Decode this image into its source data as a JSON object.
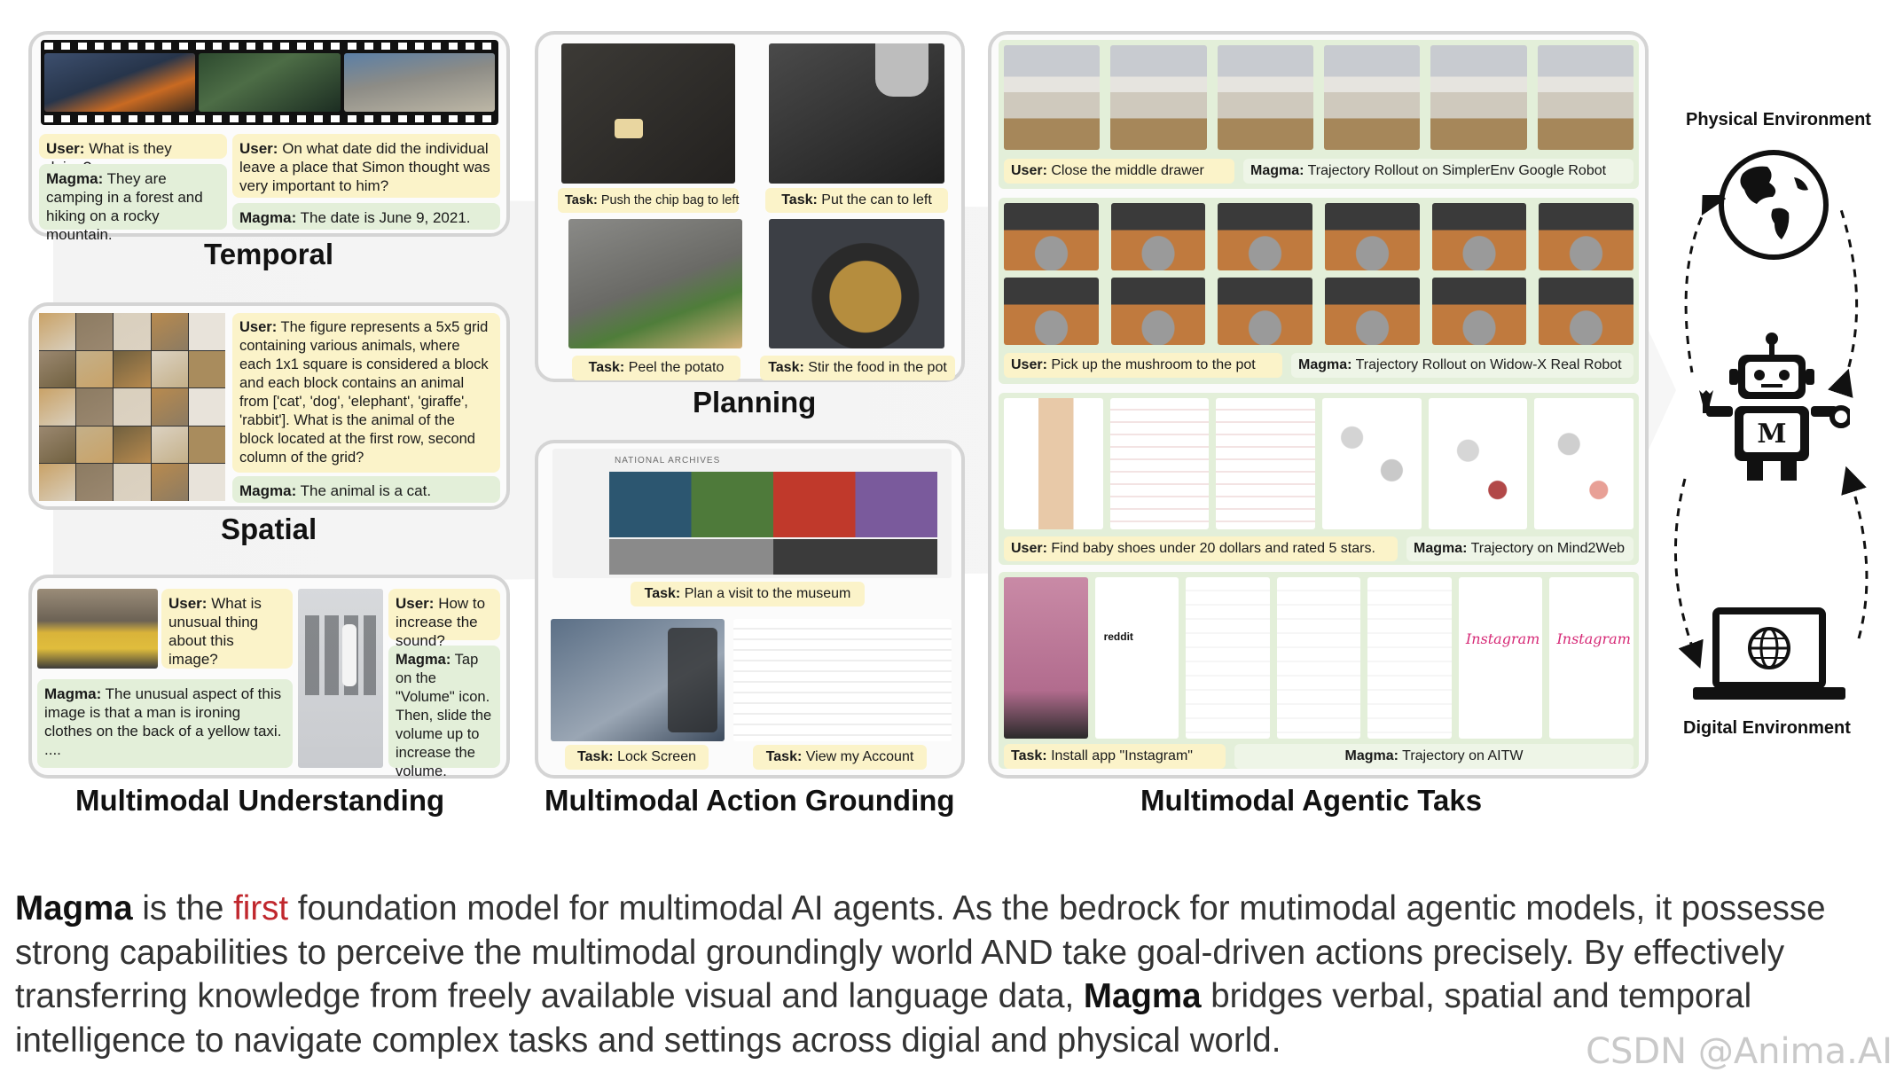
{
  "temporal": {
    "title": "Temporal",
    "q1": "What is they doing?",
    "a1": "They are camping in a forest and hiking on a rocky mountain.",
    "q2": "On what date did the individual leave a place that Simon thought was very important to him?",
    "a2": "The date is June 9, 2021."
  },
  "spatial": {
    "title": "Spatial",
    "q": "The figure represents a 5x5 grid containing various animals, where each 1x1 square is considered a block and each block contains an animal from ['cat', 'dog', 'elephant', 'giraffe', 'rabbit']. What is the animal of the block located at the first row, second column of the grid?",
    "a": "The animal is a cat."
  },
  "understanding": {
    "title": "Multimodal Understanding",
    "q1": "What is unusual thing about this image?",
    "a1": "The unusual aspect of this image is that a man is ironing clothes on the back of a yellow taxi. ....",
    "q2": "How to increase the sound?",
    "a2": "Tap on the \"Volume\" icon. Then, slide the volume up to increase the volume."
  },
  "planning": {
    "title": "Planning",
    "tasks": [
      "Push the chip bag to left",
      "Put the can to left",
      "Peel the potato",
      "Stir the food in the pot"
    ]
  },
  "grounding": {
    "title": "Multimodal Action Grounding",
    "tasks": [
      "Plan a visit to the museum",
      "Lock Screen",
      "View my Account"
    ],
    "site_header": "NATIONAL ARCHIVES"
  },
  "agentic": {
    "title": "Multimodal Agentic Taks",
    "rows": [
      {
        "user": "Close the middle drawer",
        "magma": "Trajectory Rollout on SimplerEnv Google Robot"
      },
      {
        "user": "Pick up the mushroom to the pot",
        "magma": "Trajectory Rollout on Widow-X Real Robot"
      },
      {
        "user": "Find baby shoes under 20 dollars and rated 5 stars.",
        "magma": "Trajectory on Mind2Web"
      },
      {
        "task": "Install app \"Instagram\"",
        "magma": "Trajectory on AITW"
      }
    ],
    "insta_text": "Instagram",
    "reddit_text": "reddit"
  },
  "labels": {
    "user": "User:",
    "magma": "Magma:",
    "task": "Task:"
  },
  "env": {
    "physical": "Physical Environment",
    "digital": "Digital Environment",
    "robot_letter": "M"
  },
  "caption": {
    "brand": "Magma",
    "p1": " is the ",
    "highlight": "first",
    "p2": " foundation model for multimodal AI agents. As the bedrock for mutimodal agentic models, it possesse strong capabilities to perceive the multimodal groundingly world AND take goal-driven actions precisely. By effectively transferring knowledge from freely available visual and language data, ",
    "brand2": "Magma",
    "p3": " bridges verbal, spatial and temporal intelligence to navigate complex tasks and settings across digial and physical world."
  },
  "watermark": "CSDN @Anima.AI",
  "colors": {
    "user_bubble": "#fbf3c9",
    "magma_bubble": "#e3efd9",
    "highlight": "#c0272d",
    "panel_border": "#d4d4d4"
  }
}
